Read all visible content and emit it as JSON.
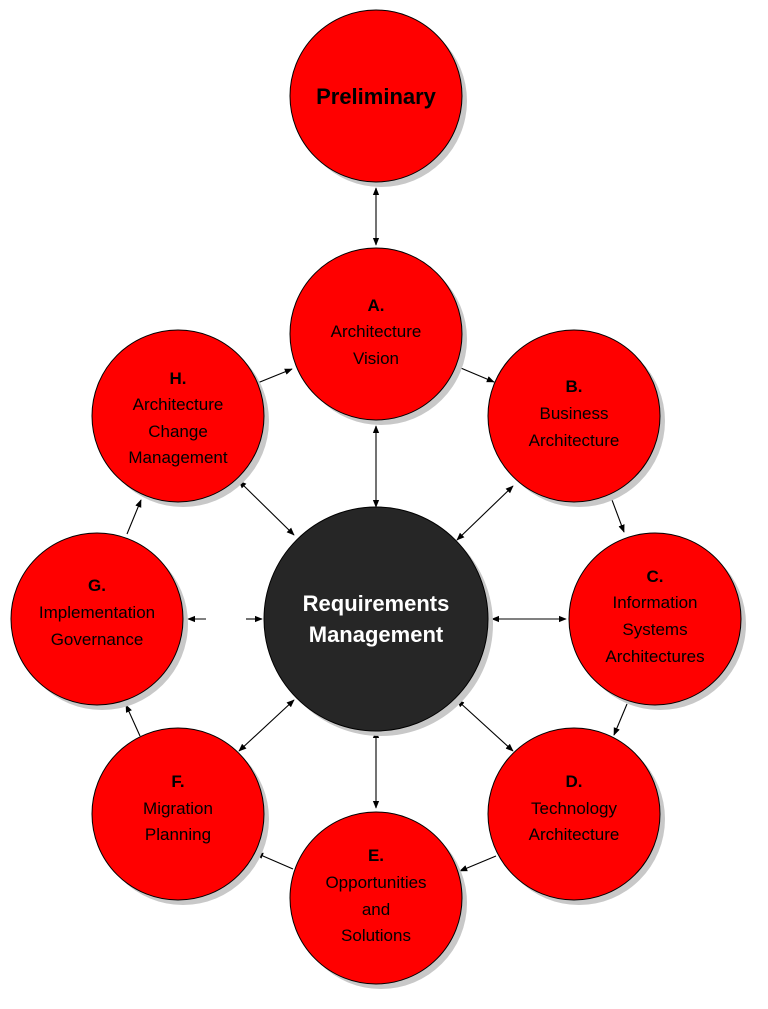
{
  "colors": {
    "phase_fill": "#ff0000",
    "center_fill": "#262626",
    "shadow": "#c8c8c8",
    "outline": "#000000"
  },
  "preliminary": {
    "label": "Preliminary"
  },
  "requirements": {
    "line1": "Requirements",
    "line2": "Management"
  },
  "phases": {
    "a": {
      "letter": "A.",
      "lines": [
        "Architecture",
        "Vision"
      ]
    },
    "b": {
      "letter": "B.",
      "lines": [
        "Business",
        "Architecture"
      ]
    },
    "c": {
      "letter": "C.",
      "lines": [
        "Information",
        "Systems",
        "Architectures"
      ]
    },
    "d": {
      "letter": "D.",
      "lines": [
        "Technology",
        "Architecture"
      ]
    },
    "e": {
      "letter": "E.",
      "lines": [
        "Opportunities",
        "and",
        "Solutions"
      ]
    },
    "f": {
      "letter": "F.",
      "lines": [
        "Migration",
        "Planning"
      ]
    },
    "g": {
      "letter": "G.",
      "lines": [
        "Implementation",
        "Governance"
      ]
    },
    "h": {
      "letter": "H.",
      "lines": [
        "Architecture",
        "Change",
        "Management"
      ]
    }
  }
}
